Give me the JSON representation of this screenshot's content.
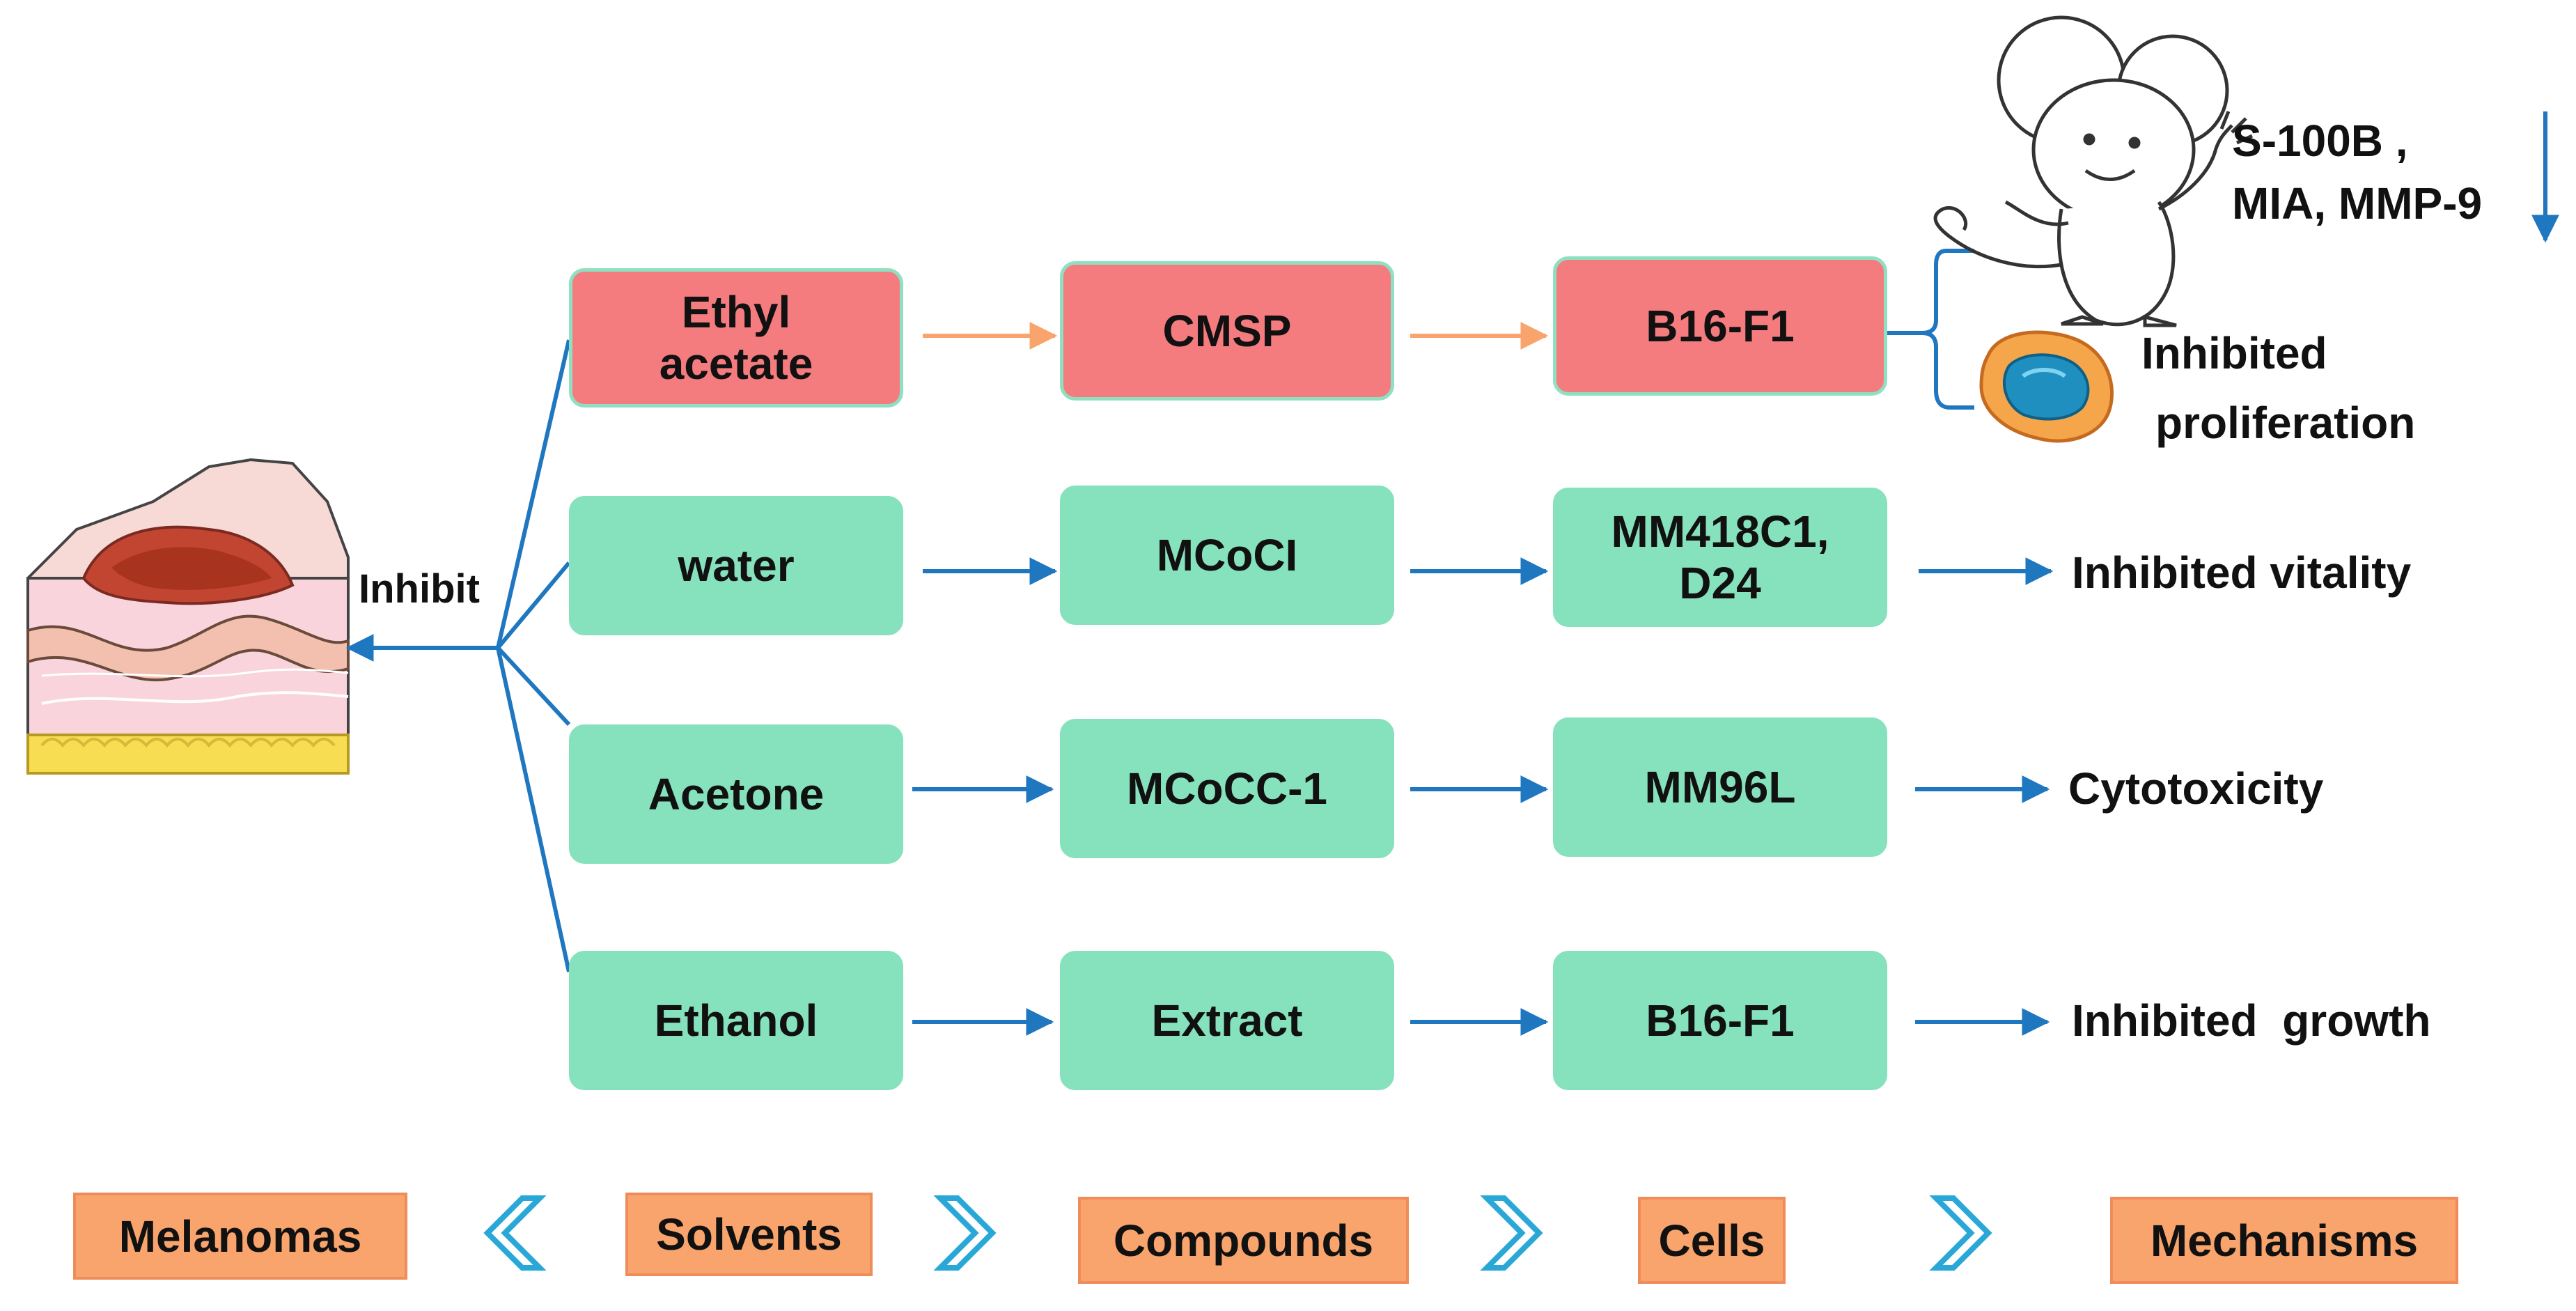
{
  "inhibit_label": "Inhibit",
  "solvents": {
    "ethyl_acetate": "Ethyl acetate",
    "water": "water",
    "acetone": "Acetone",
    "ethanol": "Ethanol"
  },
  "compounds": {
    "cmsp": "CMSP",
    "mcoci": "MCoCI",
    "mcocc1": "MCoCC-1",
    "extract": "Extract"
  },
  "cells": {
    "b16f1_top": "B16-F1",
    "mm418c1_d24": "MM418C1, D24",
    "mm96l": "MM96L",
    "b16f1_bottom": "B16-F1"
  },
  "mechanisms": {
    "markers_line1": "S-100B ,",
    "markers_line2": "MIA, MMP-9",
    "inhibited_proliferation_line1": "Inhibited",
    "inhibited_proliferation_line2": "proliferation",
    "inhibited_vitality": "Inhibited vitality",
    "cytotoxicity": "Cytotoxicity",
    "inhibited_growth": "Inhibited  growth"
  },
  "legend": {
    "melanomas": "Melanomas",
    "solvents": "Solvents",
    "compounds": "Compounds",
    "cells": "Cells",
    "mechanisms": "Mechanisms"
  },
  "colors": {
    "pink_node": "#f47c7f",
    "green_node": "#86e1bd",
    "blue_line": "#1f77c0",
    "orange_arrow": "#f8a46c",
    "legend_fill": "#f8a46c",
    "chevron": "#29a8d8"
  },
  "icons": [
    "skin-tumor-illustration",
    "mouse-illustration",
    "cell-icon",
    "down-arrow-icon",
    "chevron-left-icon",
    "chevron-right-icon"
  ]
}
